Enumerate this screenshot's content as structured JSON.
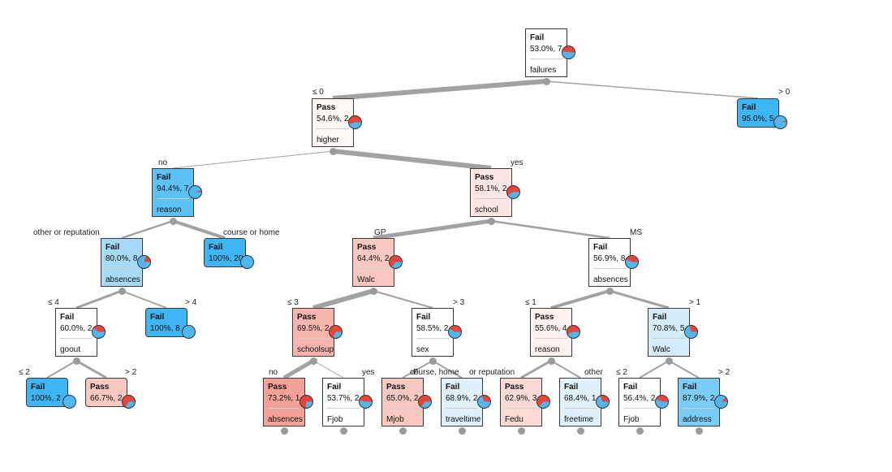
{
  "colors": {
    "pass": "#e8453c",
    "fail": "#4fb8f0",
    "edge": "#a2a2a4"
  },
  "nodes": [
    {
      "id": "root",
      "title": "Fail",
      "value": "53.0%, 7",
      "attr": "failures",
      "leaf": false,
      "fill": "#ffffff",
      "fail_frac": 0.53
    },
    {
      "id": "higher",
      "title": "Pass",
      "value": "54.6%, 2",
      "attr": "higher",
      "leaf": false,
      "fill": "#fdf7f5",
      "fail_frac": 0.454
    },
    {
      "id": "fail95",
      "title": "Fail",
      "value": "95.0%, 5",
      "attr": "",
      "leaf": true,
      "fill": "#3fb6f4",
      "fail_frac": 0.95
    },
    {
      "id": "reason1",
      "title": "Fail",
      "value": "94.4%, 7",
      "attr": "reason",
      "leaf": false,
      "fill": "#5cc2f5",
      "fail_frac": 0.944
    },
    {
      "id": "school",
      "title": "Pass",
      "value": "58.1%, 2",
      "attr": "school",
      "leaf": false,
      "fill": "#fde6e3",
      "fail_frac": 0.419
    },
    {
      "id": "absences1",
      "title": "Fail",
      "value": "80.0%, 8",
      "attr": "absences",
      "leaf": false,
      "fill": "#a6dbf8",
      "fail_frac": 0.8
    },
    {
      "id": "fail100a",
      "title": "Fail",
      "value": "100%, 20",
      "attr": "",
      "leaf": true,
      "fill": "#3fb6f4",
      "fail_frac": 1
    },
    {
      "id": "walc1",
      "title": "Pass",
      "value": "64.4%, 2",
      "attr": "Walc",
      "leaf": false,
      "fill": "#f8c8c1",
      "fail_frac": 0.356
    },
    {
      "id": "absences2",
      "title": "Fail",
      "value": "56.9%, 8",
      "attr": "absences",
      "leaf": false,
      "fill": "#ffffff",
      "fail_frac": 0.569
    },
    {
      "id": "goout",
      "title": "Fail",
      "value": "60.0%, 2",
      "attr": "goout",
      "leaf": false,
      "fill": "#ffffff",
      "fail_frac": 0.6
    },
    {
      "id": "fail100b",
      "title": "Fail",
      "value": "100%, 8",
      "attr": "",
      "leaf": true,
      "fill": "#3fb6f4",
      "fail_frac": 1
    },
    {
      "id": "schoolsup",
      "title": "Pass",
      "value": "69.5%, 2",
      "attr": "schoolsup",
      "leaf": false,
      "fill": "#f8b5ad",
      "fail_frac": 0.305
    },
    {
      "id": "sex",
      "title": "Fail",
      "value": "58.5%, 2",
      "attr": "sex",
      "leaf": false,
      "fill": "#ffffff",
      "fail_frac": 0.585
    },
    {
      "id": "reason2",
      "title": "Pass",
      "value": "55.6%, 4",
      "attr": "reason",
      "leaf": false,
      "fill": "#fdf2f0",
      "fail_frac": 0.444
    },
    {
      "id": "walc2",
      "title": "Fail",
      "value": "70.8%, 5",
      "attr": "Walc",
      "leaf": false,
      "fill": "#d3edfb",
      "fail_frac": 0.708
    },
    {
      "id": "fail100c",
      "title": "Fail",
      "value": "100%, 2",
      "attr": "",
      "leaf": true,
      "fill": "#3fb6f4",
      "fail_frac": 1
    },
    {
      "id": "pass667",
      "title": "Pass",
      "value": "66.7%, 2",
      "attr": "",
      "leaf": true,
      "fill": "#f8c8c1",
      "fail_frac": 0.333
    },
    {
      "id": "absences3",
      "title": "Pass",
      "value": "73.2%, 1",
      "attr": "absences",
      "leaf": false,
      "fill": "#f4a198",
      "fail_frac": 0.268
    },
    {
      "id": "fjob1",
      "title": "Fail",
      "value": "53.7%, 2",
      "attr": "Fjob",
      "leaf": false,
      "fill": "#ffffff",
      "fail_frac": 0.537
    },
    {
      "id": "mjob",
      "title": "Pass",
      "value": "65.0%, 2",
      "attr": "Mjob",
      "leaf": false,
      "fill": "#f8c8c1",
      "fail_frac": 0.35
    },
    {
      "id": "traveltime",
      "title": "Fail",
      "value": "68.9%, 2",
      "attr": "traveltime",
      "leaf": false,
      "fill": "#dff2fc",
      "fail_frac": 0.689
    },
    {
      "id": "fedu",
      "title": "Pass",
      "value": "62.9%, 3",
      "attr": "Fedu",
      "leaf": false,
      "fill": "#fbdad5",
      "fail_frac": 0.371
    },
    {
      "id": "freetime",
      "title": "Fail",
      "value": "68.4%, 1",
      "attr": "freetime",
      "leaf": false,
      "fill": "#dff2fc",
      "fail_frac": 0.684
    },
    {
      "id": "fjob2",
      "title": "Fail",
      "value": "56.4%, 2",
      "attr": "Fjob",
      "leaf": false,
      "fill": "#ffffff",
      "fail_frac": 0.564
    },
    {
      "id": "address",
      "title": "Fail",
      "value": "87.9%, 2",
      "attr": "address",
      "leaf": false,
      "fill": "#7acdf6",
      "fail_frac": 0.879
    }
  ],
  "edges": [
    {
      "from": "root",
      "to": "higher",
      "label": "≤ 0",
      "weight": 6
    },
    {
      "from": "root",
      "to": "fail95",
      "label": "> 0",
      "weight": 1.5
    },
    {
      "from": "higher",
      "to": "reason1",
      "label": "no",
      "weight": 1
    },
    {
      "from": "higher",
      "to": "school",
      "label": "yes",
      "weight": 6
    },
    {
      "from": "reason1",
      "to": "absences1",
      "label": "other or reputation",
      "weight": 2.5
    },
    {
      "from": "reason1",
      "to": "fail100a",
      "label": "course or home",
      "weight": 4
    },
    {
      "from": "school",
      "to": "walc1",
      "label": "GP",
      "weight": 5
    },
    {
      "from": "school",
      "to": "absences2",
      "label": "MS",
      "weight": 2.5
    },
    {
      "from": "absences1",
      "to": "goout",
      "label": "≤ 4",
      "weight": 3
    },
    {
      "from": "absences1",
      "to": "fail100b",
      "label": "> 4",
      "weight": 2
    },
    {
      "from": "walc1",
      "to": "schoolsup",
      "label": "≤ 3",
      "weight": 6
    },
    {
      "from": "walc1",
      "to": "sex",
      "label": "> 3",
      "weight": 2
    },
    {
      "from": "absences2",
      "to": "reason2",
      "label": "≤ 1",
      "weight": 4
    },
    {
      "from": "absences2",
      "to": "walc2",
      "label": "> 1",
      "weight": 3
    },
    {
      "from": "goout",
      "to": "fail100c",
      "label": "≤ 2",
      "weight": 2
    },
    {
      "from": "goout",
      "to": "pass667",
      "label": "> 2",
      "weight": 3
    },
    {
      "from": "schoolsup",
      "to": "absences3",
      "label": "no",
      "weight": 5
    },
    {
      "from": "schoolsup",
      "to": "fjob1",
      "label": "yes",
      "weight": 1
    },
    {
      "from": "sex",
      "to": "mjob",
      "label": "F",
      "weight": 2
    },
    {
      "from": "sex",
      "to": "traveltime",
      "label": "course, home",
      "weight": 2
    },
    {
      "from": "reason2",
      "to": "fedu",
      "label": "or reputation",
      "weight": 3
    },
    {
      "from": "reason2",
      "to": "freetime",
      "label": "other",
      "weight": 2
    },
    {
      "from": "walc2",
      "to": "fjob2",
      "label": "≤ 2",
      "weight": 2
    },
    {
      "from": "walc2",
      "to": "address",
      "label": "> 2",
      "weight": 2
    }
  ]
}
